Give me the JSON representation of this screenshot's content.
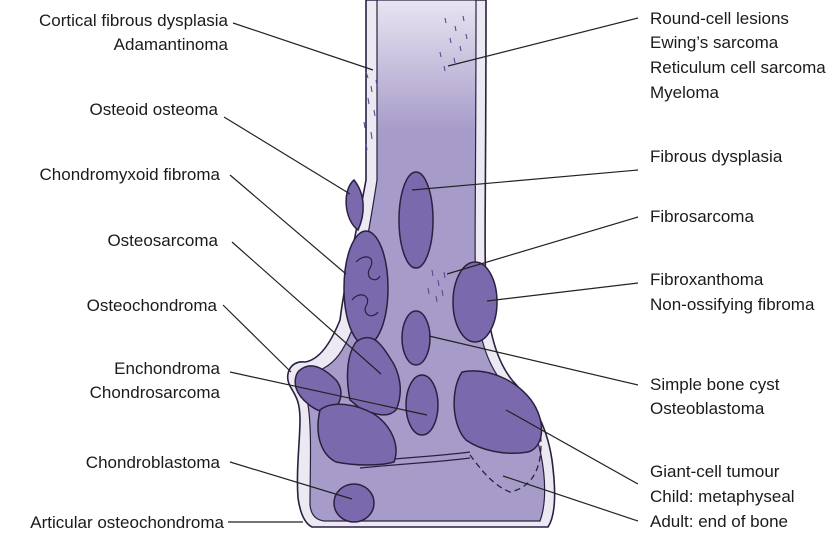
{
  "left_labels": [
    {
      "lines": [
        "Cortical fibrous dysplasia",
        "Adamantinoma"
      ]
    },
    {
      "lines": [
        "Osteoid osteoma"
      ]
    },
    {
      "lines": [
        "Chondromyxoid fibroma"
      ]
    },
    {
      "lines": [
        "Osteosarcoma"
      ]
    },
    {
      "lines": [
        "Osteochondroma"
      ]
    },
    {
      "lines": [
        "Enchondroma",
        "Chondrosarcoma"
      ]
    },
    {
      "lines": [
        "Chondroblastoma"
      ]
    },
    {
      "lines": [
        "Articular osteochondroma"
      ]
    }
  ],
  "right_labels": [
    {
      "lines": [
        "Round-cell lesions",
        "Ewing’s sarcoma",
        "Reticulum cell sarcoma",
        "Myeloma"
      ]
    },
    {
      "lines": [
        "Fibrous dysplasia"
      ]
    },
    {
      "lines": [
        "Fibrosarcoma"
      ]
    },
    {
      "lines": [
        "Fibroxanthoma",
        "Non-ossifying fibroma"
      ]
    },
    {
      "lines": [
        "Simple bone cyst",
        "Osteoblastoma"
      ]
    },
    {
      "lines": [
        "Giant-cell tumour",
        "Child: metaphyseal",
        "Adult: end of bone"
      ]
    }
  ],
  "colors": {
    "bone_light": "#dcd6ea",
    "bone_mid": "#b7aed5",
    "cortex": "#ece9f3",
    "lesion": "#7a6aad",
    "outline": "#2a2040"
  }
}
